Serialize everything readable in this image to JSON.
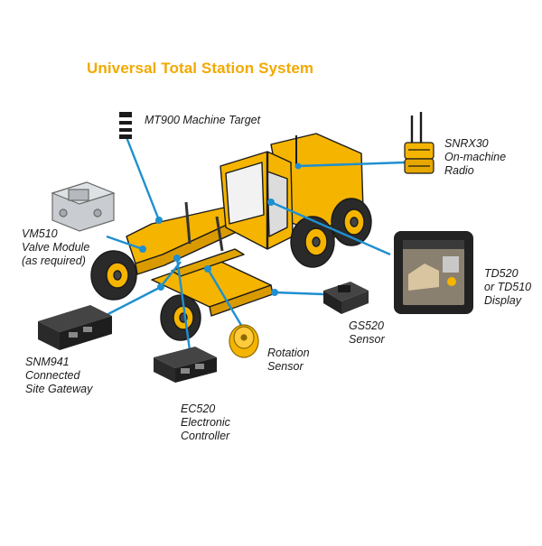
{
  "title": "Universal Total Station System",
  "colors": {
    "title": "#f2a900",
    "machine_body": "#f5b400",
    "machine_shade": "#d99a00",
    "leader_line": "#1f8fcf",
    "hardware": "#222222",
    "label_text": "#1a1a1a"
  },
  "components": [
    {
      "id": "mt900",
      "name": "machine-target",
      "lines": [
        "MT900 Machine Target"
      ]
    },
    {
      "id": "snrx30",
      "name": "radio",
      "lines": [
        "SNRX30",
        "On-machine",
        "Radio"
      ]
    },
    {
      "id": "vm510",
      "name": "valve-module",
      "lines": [
        "VM510",
        "Valve Module",
        "(as required)"
      ]
    },
    {
      "id": "td520",
      "name": "display",
      "lines": [
        "TD520",
        "or TD510",
        "Display"
      ]
    },
    {
      "id": "gs520",
      "name": "gs-sensor",
      "lines": [
        "GS520",
        "Sensor"
      ]
    },
    {
      "id": "rotation",
      "name": "rotation-sensor",
      "lines": [
        "Rotation",
        "Sensor"
      ]
    },
    {
      "id": "snm941",
      "name": "site-gateway",
      "lines": [
        "SNM941",
        "Connected",
        "Site Gateway"
      ]
    },
    {
      "id": "ec520",
      "name": "electronic-controller",
      "lines": [
        "EC520",
        "Electronic",
        "Controller"
      ]
    }
  ]
}
